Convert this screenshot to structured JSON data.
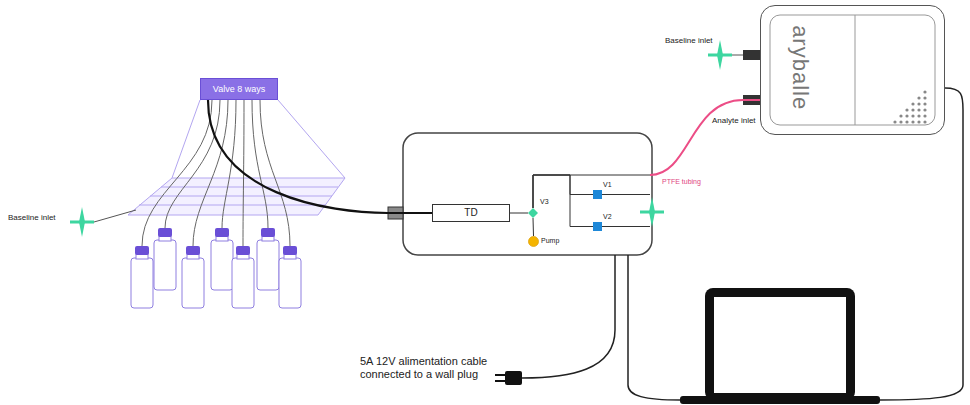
{
  "diagram": {
    "nodes": [
      {
        "text": [
          "Valve 8 ways"
        ]
      },
      {
        "text": [
          "TD"
        ]
      },
      {
        "text": [
          "V3"
        ]
      },
      {
        "text": [
          "Pump"
        ]
      },
      {
        "text": [
          "V1"
        ]
      },
      {
        "text": [
          "V2"
        ]
      },
      {
        "text": [
          "aryballe"
        ]
      }
    ],
    "edges": [
      {
        "from": 0,
        "to": 1,
        "arrow": "none"
      },
      {
        "from": 1,
        "to": 2,
        "arrow": "none"
      },
      {
        "from": 2,
        "to": 3,
        "arrow": "none"
      },
      {
        "from": 2,
        "to": 4,
        "arrow": "none"
      },
      {
        "from": 2,
        "to": 5,
        "arrow": "none"
      },
      {
        "from": 2,
        "to": 6,
        "label": "PTFE tubing",
        "arrow": "none"
      }
    ],
    "labels": [
      "Baseline inlet",
      "Baseline inlet",
      "Analyte inlet",
      "5A 12V alimentation cable connected to a wall plug"
    ]
  }
}
